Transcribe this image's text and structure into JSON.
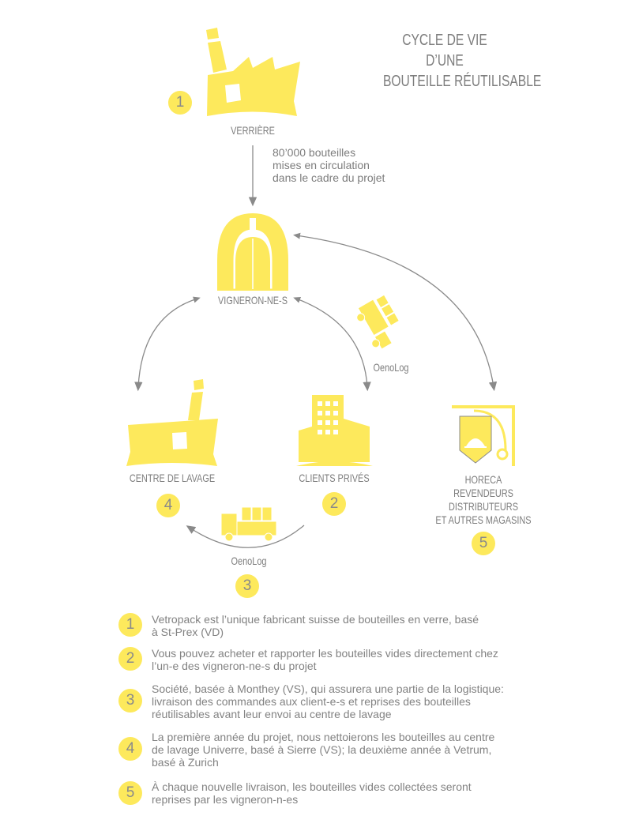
{
  "title": [
    "CYCLE DE VIE",
    "D’UNE",
    "BOUTEILLE RÉUTILISABLE"
  ],
  "colors": {
    "accent": "#fde95c",
    "text": "#7d7d7d",
    "arrow": "#8a8a8a"
  },
  "nodes": {
    "verriere": "VERRIÈRE",
    "vigneron": "VIGNERON-NE-S",
    "lavage": "CENTRE DE LAVAGE",
    "clients": "CLIENTS PRIVÉS",
    "horeca": [
      "HORECA",
      "REVENDEURS",
      "DISTRIBUTEURS",
      "ET AUTRES MAGASINS"
    ],
    "oenolog_top": "OenoLog",
    "oenolog_bottom": "OenoLog"
  },
  "flow_note": [
    "80’000 bouteilles",
    "mises en circulation",
    "dans le cadre du projet"
  ],
  "badges": [
    "1",
    "2",
    "3",
    "4",
    "5"
  ],
  "legend": [
    {
      "num": "1",
      "lines": [
        "Vetropack est l’unique fabricant suisse de bouteilles en verre, basé",
        "à St-Prex (VD)"
      ]
    },
    {
      "num": "2",
      "lines": [
        "Vous pouvez acheter et rapporter les bouteilles vides directement chez",
        "l’un-e des vigneron-ne-s du projet"
      ]
    },
    {
      "num": "3",
      "lines": [
        "Société, basée à Monthey (VS), qui assurera une partie de la logistique:",
        "livraison des commandes aux client-e-s et reprises des bouteilles",
        "réutilisables avant leur envoi au centre de lavage"
      ]
    },
    {
      "num": "4",
      "lines": [
        "La première année du projet, nous nettoierons les bouteilles au centre",
        "de lavage Univerre, basé à Sierre (VS); la deuxième année à Vetrum,",
        "basé à Zurich"
      ]
    },
    {
      "num": "5",
      "lines": [
        "À chaque nouvelle livraison, les bouteilles vides collectées seront",
        "reprises par les vigneron-n-es"
      ]
    }
  ]
}
